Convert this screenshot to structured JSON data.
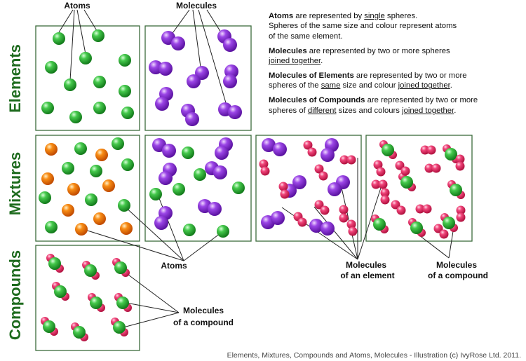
{
  "row_labels": {
    "elements": "Elements",
    "mixtures": "Mixtures",
    "compounds": "Compounds"
  },
  "labels": {
    "atoms_top": "Atoms",
    "molecules_top": "Molecules",
    "atoms_mid": "Atoms",
    "molecules_element_l1": "Molecules",
    "molecules_element_l2": "of an element",
    "molecules_compound_l1": "Molecules",
    "molecules_compound_l2": "of a compound",
    "compound_box_l1": "Molecules",
    "compound_box_l2": "of a compound"
  },
  "info": {
    "p1_b": "Atoms",
    "p1_a": " are represented by ",
    "p1_u": "single",
    "p1_c": " spheres.",
    "p1_l2": "Spheres of the same size and colour represent atoms",
    "p1_l3": "of the same element.",
    "p2_b": "Molecules",
    "p2_a": " are represented by two or more spheres",
    "p2_u": "joined together",
    "p2_c": ".",
    "p3_b": "Molecules of Elements",
    "p3_a": " are represented by two or more",
    "p3_l2a": "spheres of the ",
    "p3_u1": "same",
    "p3_l2b": " size and colour  ",
    "p3_u2": "joined together",
    "p3_c": ".",
    "p4_b": "Molecules of Compounds",
    "p4_a": " are represented by two or more",
    "p4_l2a": "spheres of ",
    "p4_u1": "different",
    "p4_l2b": " sizes and colours  ",
    "p4_u2": "joined together",
    "p4_c": "."
  },
  "credit": "Elements, Mixtures, Compounds and Atoms, Molecules - Illustration (c) IvyRose Ltd. 2011.",
  "colors": {
    "green": "#2ea836",
    "purple": "#8a2fd6",
    "orange": "#f07a0a",
    "pink": "#ea2f6a",
    "label_green": "#1e6b1e"
  }
}
